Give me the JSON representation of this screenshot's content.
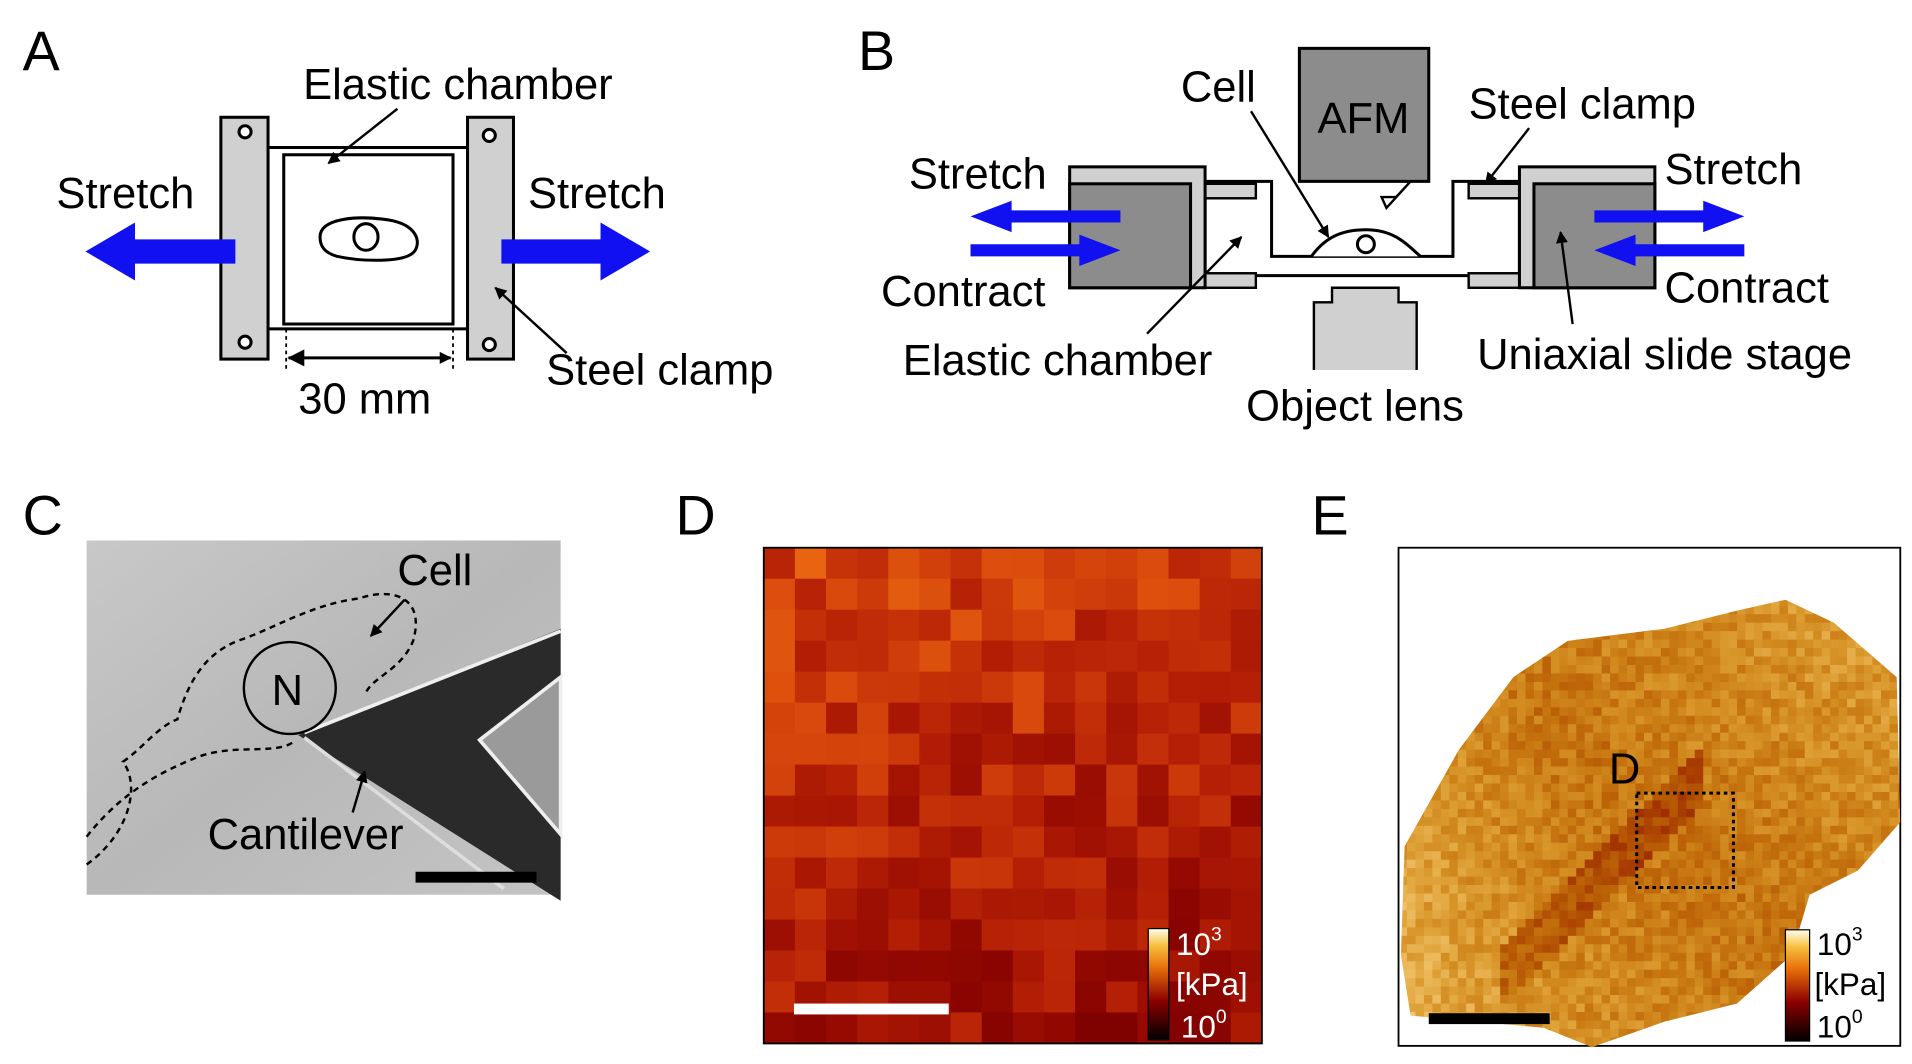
{
  "panels": {
    "A": {
      "letter": "A",
      "elastic_chamber": "Elastic chamber",
      "stretch_left": "Stretch",
      "stretch_right": "Stretch",
      "steel_clamp": "Steel clamp",
      "dimension": "30 mm"
    },
    "B": {
      "letter": "B",
      "cell": "Cell",
      "afm": "AFM",
      "steel_clamp": "Steel clamp",
      "stretch_left": "Stretch",
      "stretch_right": "Stretch",
      "contract_left": "Contract",
      "contract_right": "Contract",
      "elastic_chamber": "Elastic chamber",
      "object_lens": "Object lens",
      "slide_stage": "Uniaxial slide stage"
    },
    "C": {
      "letter": "C",
      "cell": "Cell",
      "nucleus": "N",
      "cantilever": "Cantilever"
    },
    "D": {
      "letter": "D",
      "colorbar": {
        "max_base": "10",
        "max_exp": "3",
        "unit": "[kPa]",
        "min_base": "10",
        "min_exp": "0"
      }
    },
    "E": {
      "letter": "E",
      "region_label": "D",
      "colorbar": {
        "max_base": "10",
        "max_exp": "3",
        "unit": "[kPa]",
        "min_base": "10",
        "min_exp": "0"
      }
    }
  },
  "colors": {
    "arrow": "#1010f0",
    "stage": "#8c8c8c",
    "clamp": "#d0d0d0"
  }
}
